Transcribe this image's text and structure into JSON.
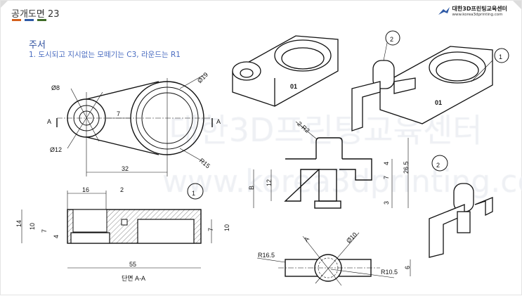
{
  "header": {
    "title": "공개도면 23",
    "accent_colors": [
      "#d4601c",
      "#2f5aa6",
      "#3e6b26"
    ]
  },
  "notes": {
    "heading": "주서",
    "items": [
      "1. 도시되고 지시없는 모떼기는 C3, 라운드는 R1"
    ]
  },
  "logo": {
    "name": "대한3D프린팅교육센터",
    "url": "www.korea3dprinting.com"
  },
  "watermark": {
    "name": "대한3D프린팅교육센터",
    "url": "www.korea3dprinting.com"
  },
  "part_labels": {
    "part1": "1",
    "part2": "2",
    "engraving": "01"
  },
  "top_view": {
    "dims": [
      "Ø8",
      "Ø19",
      "Ø12",
      "R15",
      "7",
      "32",
      "A",
      "A"
    ]
  },
  "section_view": {
    "dims": [
      "16",
      "2",
      "14",
      "10",
      "7",
      "4",
      "7",
      "10",
      "55"
    ],
    "caption": "단면 A-A"
  },
  "pin_front": {
    "dims": [
      "2-R2",
      "4",
      "26.5",
      "7",
      "3",
      "B",
      "12"
    ]
  },
  "pin_top": {
    "dims": [
      "A",
      "Ø10",
      "R16.5",
      "R10.5",
      "6"
    ]
  }
}
